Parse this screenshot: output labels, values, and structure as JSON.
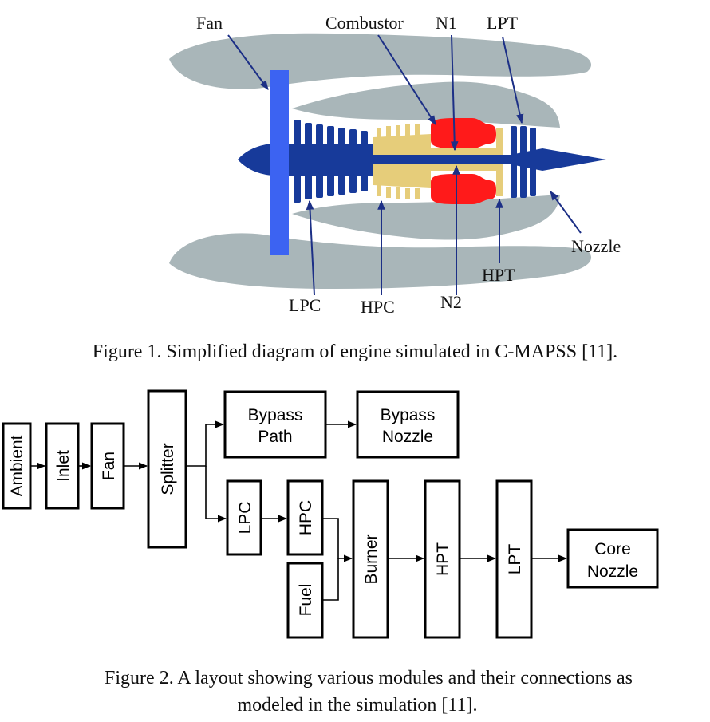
{
  "figure1": {
    "labels": {
      "fan": "Fan",
      "combustor": "Combustor",
      "n1": "N1",
      "lpt": "LPT",
      "nozzle": "Nozzle",
      "hpt": "HPT",
      "lpc": "LPC",
      "hpc": "HPC",
      "n2": "N2"
    },
    "caption": "Figure 1. Simplified diagram of engine simulated in C-MAPSS [11].",
    "colors": {
      "nacelle": "#a9b6b9",
      "shaft": "#173a9a",
      "fan": "#3c63f2",
      "compressor_hot": "#e6cd7a",
      "combustor": "#ff1a1a",
      "leader": "#1c2f86"
    }
  },
  "figure2": {
    "blocks": {
      "ambient": "Ambient",
      "inlet": "Inlet",
      "fan": "Fan",
      "splitter": "Splitter",
      "bypass_path": [
        "Bypass",
        "Path"
      ],
      "bypass_nozzle": [
        "Bypass",
        "Nozzle"
      ],
      "lpc": "LPC",
      "hpc": "HPC",
      "fuel": "Fuel",
      "burner": "Burner",
      "hpt": "HPT",
      "lpt": "LPT",
      "core_nozzle": [
        "Core",
        "Nozzle"
      ]
    },
    "caption_lines": [
      "Figure 2. A layout showing various modules and their connections as",
      "modeled in the simulation [11]."
    ]
  }
}
